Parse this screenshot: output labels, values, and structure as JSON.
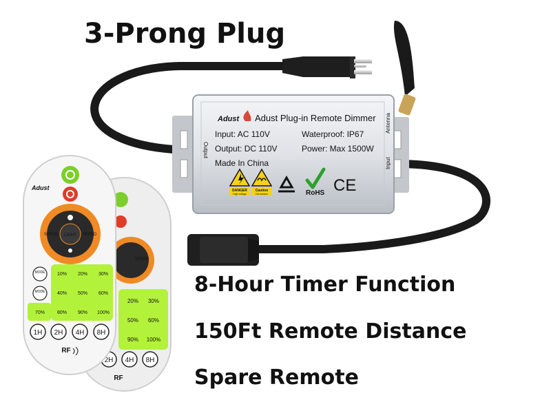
{
  "headlines": {
    "plug": "3-Prong Plug",
    "timer": "8-Hour Timer Function",
    "distance": "150Ft Remote Distance",
    "spare": "Spare Remote"
  },
  "dimmer": {
    "brand": "Adust",
    "title": "Adust Plug-in Remote Dimmer",
    "input": "Input: AC 110V",
    "waterproof": "Waterproof: IP67",
    "output": "Output: DC 110V",
    "power": "Power: Max 1500W",
    "made_in": "Made In China",
    "side_output": "Output",
    "side_antenna": "Antenna",
    "side_input": "Input",
    "danger_1": "DANGER",
    "danger_2": "High voltage",
    "caution_1": "Caution",
    "caution_2": "Hot surface",
    "rohs": "RoHS",
    "ce": "CE"
  },
  "remote": {
    "brand": "Adust",
    "speed_minus": "SPEED",
    "speed_plus": "SPEED",
    "light": "LIGHT",
    "mode_plus": "MODE",
    "mode_minus": "MODE",
    "p10": "10%",
    "p20": "20%",
    "p30": "30%",
    "p40": "40%",
    "p50": "50%",
    "p60": "60%",
    "p70": "70%",
    "p80": "80%",
    "p90": "90%",
    "p100": "100%",
    "t1": "1H",
    "t2": "2H",
    "t4": "4H",
    "t8": "8H",
    "rf": "RF"
  },
  "colors": {
    "power_on": "#7ccf2a",
    "power_off": "#e23b2a",
    "dial": "#f08a24",
    "keypad": "#b3f23a",
    "housing": "#d9dde2"
  }
}
